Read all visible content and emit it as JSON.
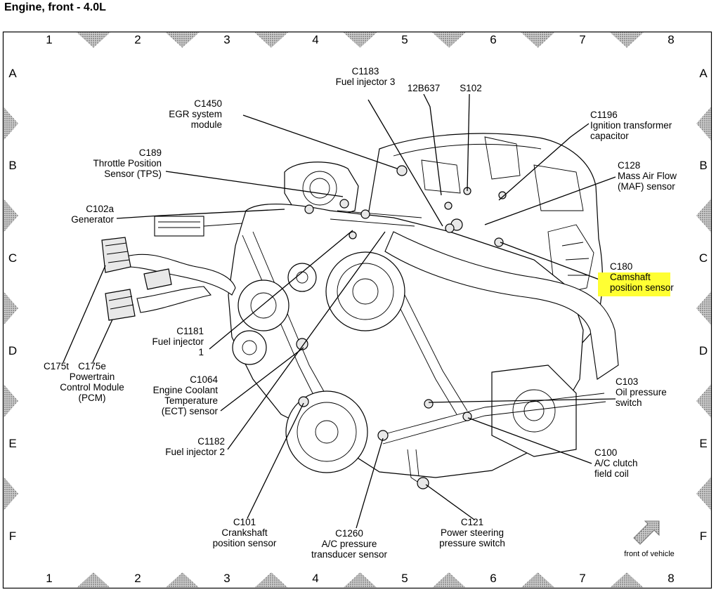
{
  "title": "Engine, front - 4.0L",
  "grid": {
    "columns": [
      "1",
      "2",
      "3",
      "4",
      "5",
      "6",
      "7",
      "8"
    ],
    "rows": [
      "A",
      "B",
      "C",
      "D",
      "E",
      "F"
    ]
  },
  "callouts": {
    "c1183": [
      "C1183",
      "Fuel injector 3"
    ],
    "12b637": [
      "12B637"
    ],
    "s102": [
      "S102"
    ],
    "c1450": [
      "C1450",
      "EGR system",
      "module"
    ],
    "c1196": [
      "C1196",
      "Ignition transformer",
      "capacitor"
    ],
    "c189": [
      "C189",
      "Throttle Position",
      "Sensor (TPS)"
    ],
    "c128": [
      "C128",
      "Mass Air Flow",
      "(MAF) sensor"
    ],
    "c102a": [
      "C102a",
      "Generator"
    ],
    "c180": [
      "C180",
      "Camshaft",
      "position sensor"
    ],
    "c1181": [
      "C1181",
      "Fuel injector",
      "1"
    ],
    "c175t": [
      "C175t"
    ],
    "c175e": [
      "C175e",
      "Powertrain",
      "Control Module",
      "(PCM)"
    ],
    "c1064": [
      "C1064",
      "Engine Coolant",
      "Temperature",
      "(ECT) sensor"
    ],
    "c103": [
      "C103",
      "Oil pressure",
      "switch"
    ],
    "c1182": [
      "C1182",
      "Fuel injector 2"
    ],
    "c100": [
      "C100",
      "A/C clutch",
      "field coil"
    ],
    "c101": [
      "C101",
      "Crankshaft",
      "position sensor"
    ],
    "c1260": [
      "C1260",
      "A/C pressure",
      "transducer sensor"
    ],
    "c121": [
      "C121",
      "Power steering",
      "pressure switch"
    ]
  },
  "highlight": {
    "callout": "c180",
    "color": "#ffff33"
  },
  "front_label": "front of vehicle",
  "front_icon": "front-of-vehicle-arrow-icon"
}
